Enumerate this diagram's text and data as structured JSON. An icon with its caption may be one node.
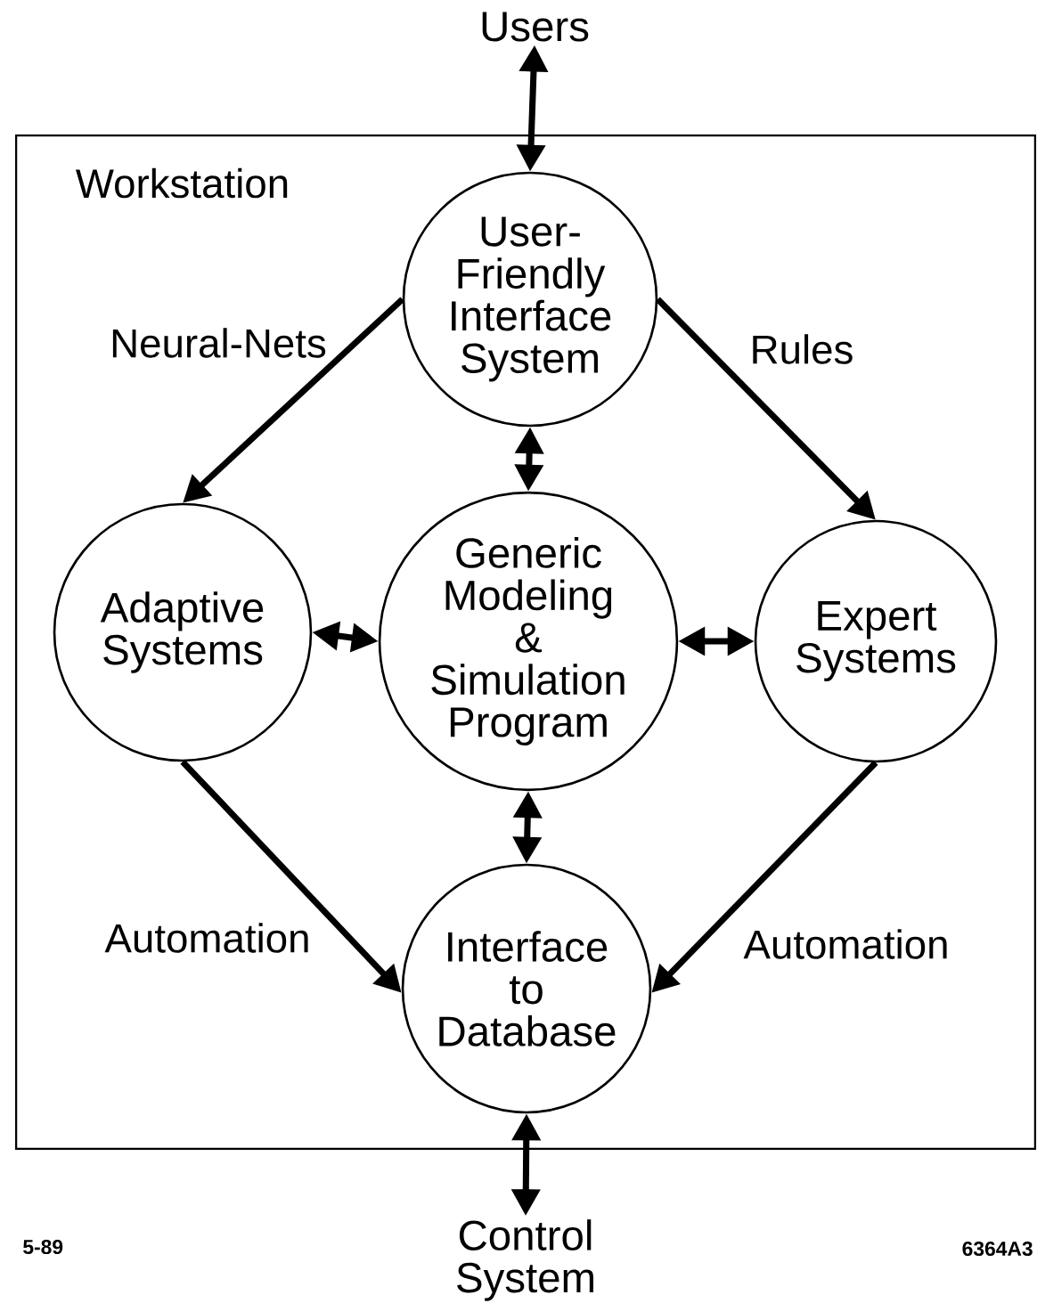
{
  "diagram": {
    "nodes": [
      {
        "text": [
          "Workstation"
        ]
      },
      {
        "text": [
          "Users"
        ]
      },
      {
        "text": [
          "User- Friendly Interface System"
        ],
        "in": 0
      },
      {
        "text": [
          "Adaptive Systems"
        ],
        "in": 0
      },
      {
        "text": [
          "Generic Modeling & Simulation Program"
        ],
        "in": 0
      },
      {
        "text": [
          "Expert Systems"
        ],
        "in": 0
      },
      {
        "text": [
          "Interface to Database"
        ],
        "in": 0
      },
      {
        "text": [
          "Control System"
        ]
      }
    ],
    "edges": [
      {
        "from": 1,
        "to": 2,
        "arrow": "both"
      },
      {
        "from": 2,
        "to": 3,
        "arrow": "to",
        "label": "Neural-Nets"
      },
      {
        "from": 2,
        "to": 5,
        "arrow": "to",
        "label": "Rules"
      },
      {
        "from": 2,
        "to": 4,
        "arrow": "both"
      },
      {
        "from": 3,
        "to": 4,
        "arrow": "both"
      },
      {
        "from": 4,
        "to": 5,
        "arrow": "both"
      },
      {
        "from": 4,
        "to": 6,
        "arrow": "both"
      },
      {
        "from": 3,
        "to": 6,
        "arrow": "to",
        "label": "Automation"
      },
      {
        "from": 5,
        "to": 6,
        "arrow": "to",
        "label": "Automation"
      },
      {
        "from": 6,
        "to": 7,
        "arrow": "both"
      }
    ],
    "labels": [
      "5-89",
      "6364A3"
    ]
  }
}
